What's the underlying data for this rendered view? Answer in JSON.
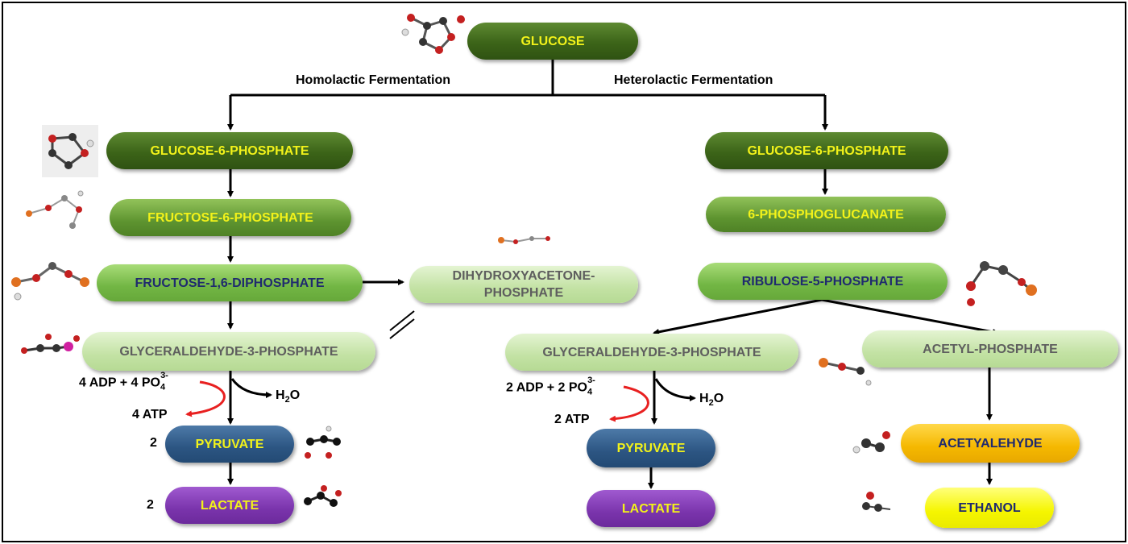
{
  "branches": {
    "homolactic": "Homolactic Fermentation",
    "heterolactic": "Heterolactic Fermentation"
  },
  "nodes": {
    "glucose": "GLUCOSE",
    "homo_g6p": "GLUCOSE-6-PHOSPHATE",
    "homo_f6p": "FRUCTOSE-6-PHOSPHATE",
    "homo_f16dp": "FRUCTOSE-1,6-DIPHOSPHATE",
    "dhap": "DIHYDROXYACETONE-PHOSPHATE",
    "homo_g3p": "GLYCERALDEHYDE-3-PHOSPHATE",
    "homo_pyruvate": "PYRUVATE",
    "homo_lactate": "LACTATE",
    "hetero_g6p": "GLUCOSE-6-PHOSPHATE",
    "hetero_6pg": "6-PHOSPHOGLUCANATE",
    "hetero_ru5p": "RIBULOSE-5-PHOSPHATE",
    "hetero_g3p": "GLYCERALDEHYDE-3-PHOSPHATE",
    "hetero_acetyl_p": "ACETYL-PHOSPHATE",
    "hetero_pyruvate": "PYRUVATE",
    "hetero_lactate": "LACTATE",
    "hetero_acetaldehyde": "ACETYALEHYDE",
    "hetero_ethanol": "ETHANOL"
  },
  "homo_side": {
    "adp_input": "4 ADP + 4 PO",
    "po4_sub": "4",
    "po4_sup": "3-",
    "atp_output": "4 ATP",
    "water": "H",
    "water_sub": "2",
    "water_o": "O",
    "pyruvate_coeff": "2",
    "lactate_coeff": "2"
  },
  "hetero_side": {
    "adp_input": "2 ADP + 2 PO",
    "po4_sub": "4",
    "po4_sup": "3-",
    "atp_output": "2 ATP",
    "water": "H",
    "water_sub": "2",
    "water_o": "O"
  }
}
